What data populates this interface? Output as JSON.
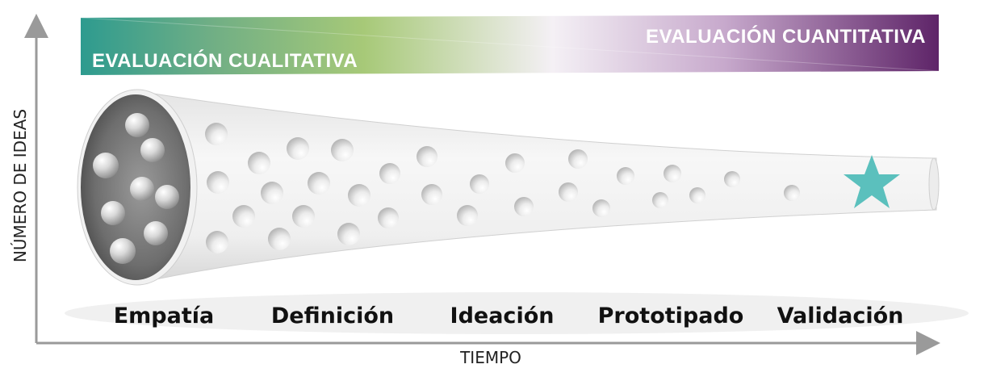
{
  "banner": {
    "qualitative_label": "EVALUACIÓN CUALITATIVA",
    "quantitative_label": "EVALUACIÓN CUANTITATIVA",
    "colors": {
      "teal": "#2e9b8f",
      "green": "#a7c978",
      "purple": "#5e2468"
    }
  },
  "axes": {
    "y_label": "NÚMERO DE IDEAS",
    "x_label": "TIEMPO"
  },
  "stages": [
    "Empatía",
    "Definición",
    "Ideación",
    "Prototipado",
    "Validación"
  ],
  "star_color": "#5bc0bd"
}
